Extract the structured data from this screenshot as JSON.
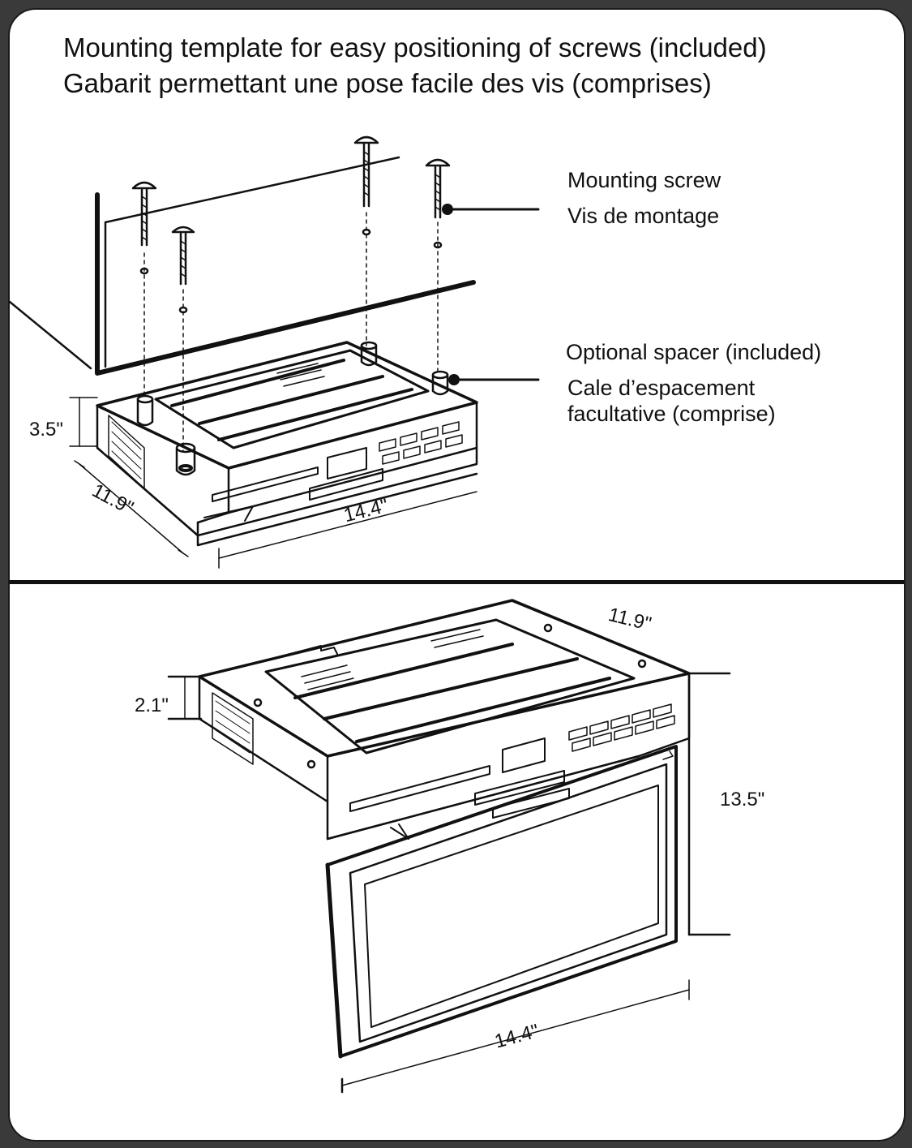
{
  "title": {
    "line_en": "Mounting template for easy positioning of screws (included)",
    "line_fr": "Gabarit permettant une pose facile des vis (comprises)"
  },
  "callouts": {
    "mounting_screw": {
      "en": "Mounting screw",
      "fr": "Vis de montage"
    },
    "spacer": {
      "en": "Optional spacer (included)",
      "fr_line1": "Cale d’espacement",
      "fr_line2": "facultative (comprise)"
    }
  },
  "top_dimensions": {
    "height": "3.5\"",
    "depth": "11.9\"",
    "width": "14.4\""
  },
  "bottom_dimensions": {
    "height": "2.1\"",
    "depth": "11.9\"",
    "screen_height": "13.5\"",
    "width": "14.4\""
  }
}
